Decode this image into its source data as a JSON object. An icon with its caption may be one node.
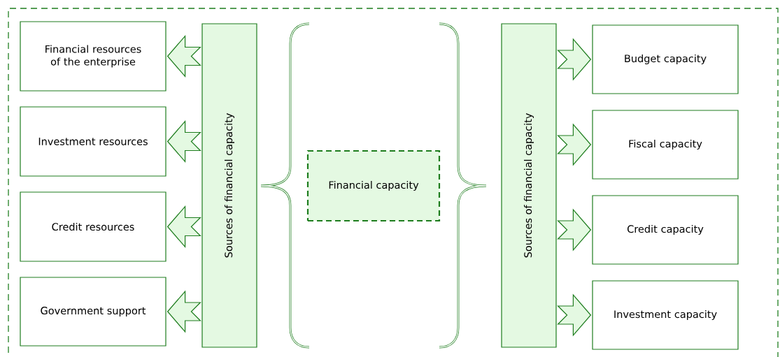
{
  "diagram": {
    "nodes": [
      {
        "text": [
          "Financial resources of the enterprise"
        ]
      },
      {
        "text": [
          "Investment resources"
        ]
      },
      {
        "text": [
          "Credit resources"
        ]
      },
      {
        "text": [
          "Government support"
        ]
      },
      {
        "text": [
          "Sources of financial capacity"
        ]
      },
      {
        "text": [
          "Financial capacity"
        ]
      },
      {
        "text": [
          "Sources of financial capacity"
        ]
      },
      {
        "text": [
          "Budget capacity"
        ]
      },
      {
        "text": [
          "Fiscal capacity"
        ]
      },
      {
        "text": [
          "Credit capacity"
        ]
      },
      {
        "text": [
          "Investment capacity"
        ]
      }
    ],
    "edges": [
      {
        "from": 4,
        "to": 0,
        "arrow": "to"
      },
      {
        "from": 4,
        "to": 1,
        "arrow": "to"
      },
      {
        "from": 4,
        "to": 2,
        "arrow": "to"
      },
      {
        "from": 4,
        "to": 3,
        "arrow": "to"
      },
      {
        "from": 6,
        "to": 7,
        "arrow": "to"
      },
      {
        "from": 6,
        "to": 8,
        "arrow": "to"
      },
      {
        "from": 6,
        "to": 9,
        "arrow": "to"
      },
      {
        "from": 6,
        "to": 10,
        "arrow": "to"
      }
    ]
  }
}
